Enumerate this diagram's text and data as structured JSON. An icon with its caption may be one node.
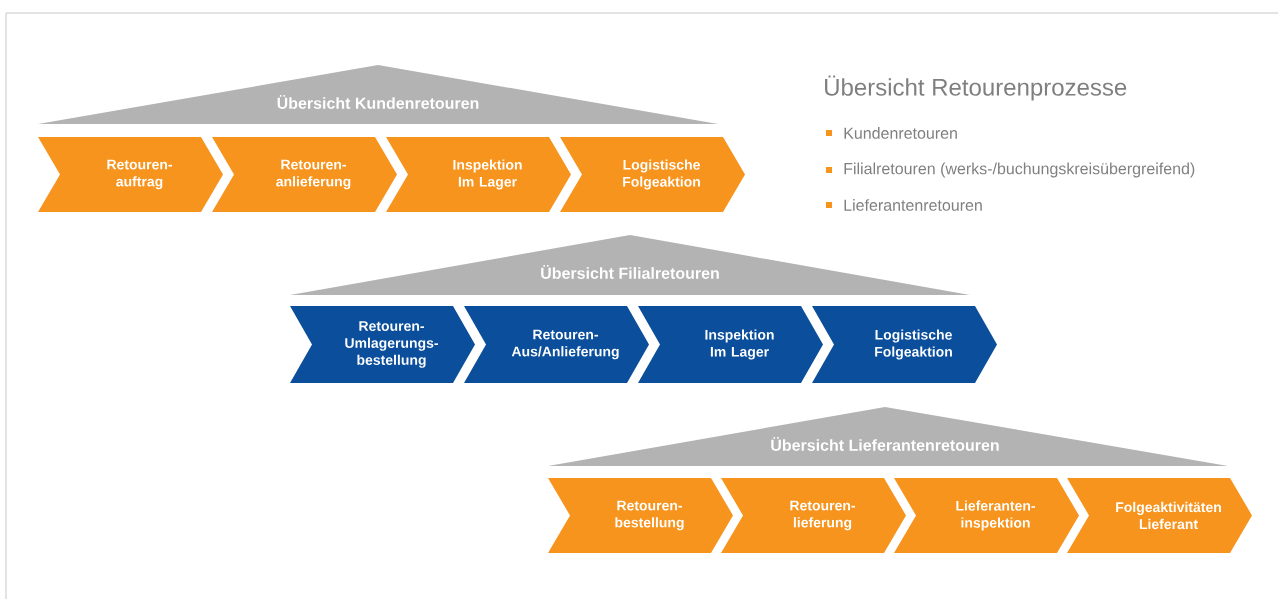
{
  "diagram": {
    "title": "Übersicht Retourenprozesse",
    "nodes": [
      {
        "text": [
          "Übersicht Kundenretouren"
        ]
      },
      {
        "text": [
          "Retouren-auftrag"
        ]
      },
      {
        "text": [
          "Retouren-anlieferung"
        ]
      },
      {
        "text": [
          "Inspektion Im Lager"
        ]
      },
      {
        "text": [
          "Logistische Folgeaktion"
        ]
      },
      {
        "text": [
          "Übersicht Filialretouren"
        ]
      },
      {
        "text": [
          "Retouren-Umlagerungs-bestellung"
        ]
      },
      {
        "text": [
          "Retouren-Aus/Anlieferung"
        ]
      },
      {
        "text": [
          "Inspektion Im Lager"
        ]
      },
      {
        "text": [
          "Logistische Folgeaktion"
        ]
      },
      {
        "text": [
          "Übersicht Lieferantenretouren"
        ]
      },
      {
        "text": [
          "Retouren-bestellung"
        ]
      },
      {
        "text": [
          "Retouren-lieferung"
        ]
      },
      {
        "text": [
          "Lieferanten-inspektion"
        ]
      },
      {
        "text": [
          "Folgeaktivitäten Lieferant"
        ]
      }
    ],
    "labels": [
      "Kundenretouren",
      "Filialretouren (werks-/buchungskreisübergreifend)",
      "Lieferantenretouren"
    ]
  }
}
